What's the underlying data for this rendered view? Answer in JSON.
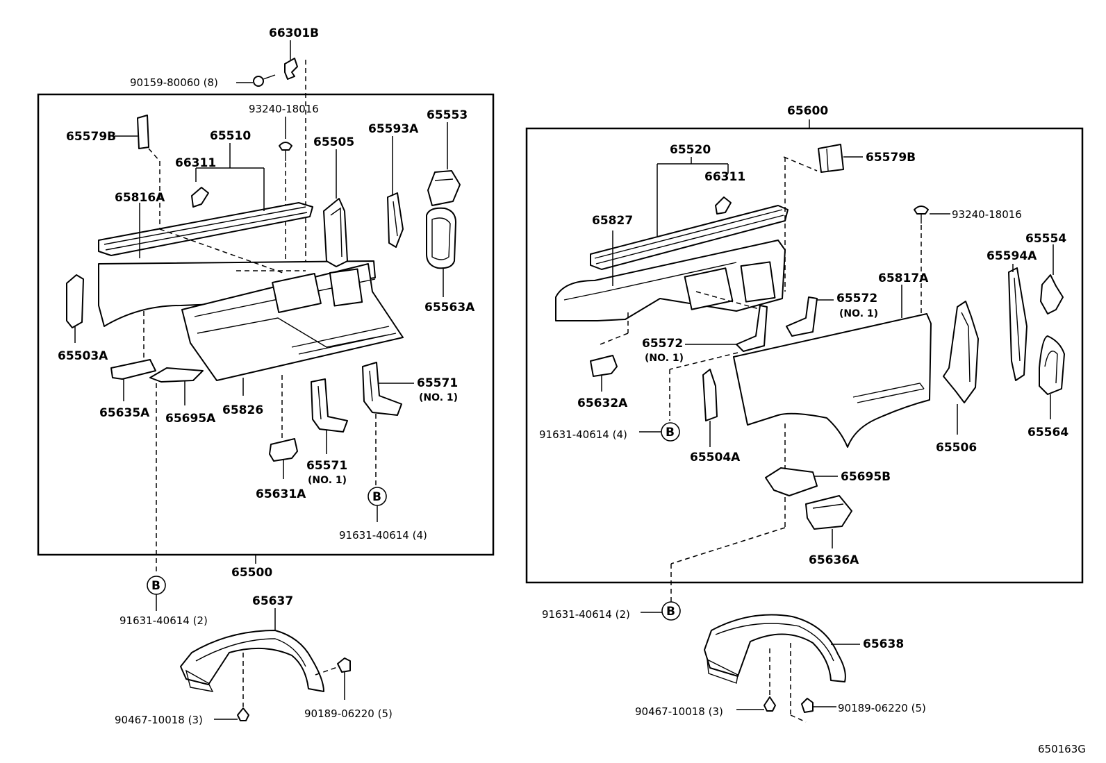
{
  "left_group": {
    "assembly": "65500",
    "labels": {
      "p66301B": "66301B",
      "p90159": "90159-80060 (8)",
      "p93240": "93240-18016",
      "p65579B": "65579B",
      "p65510": "65510",
      "p66311": "66311",
      "p65505": "65505",
      "p65593A": "65593A",
      "p65553": "65553",
      "p65816A": "65816A",
      "p65563A": "65563A",
      "p65503A": "65503A",
      "p65635A": "65635A",
      "p65695A": "65695A",
      "p65826": "65826",
      "p65571a": "65571",
      "p65571a_no": "(NO. 1)",
      "p65571b": "65571",
      "p65571b_no": "(NO. 1)",
      "p65631A": "65631A",
      "p91631_inner": "91631-40614 (4)",
      "p91631_outer": "91631-40614 (2)",
      "p65637": "65637",
      "p90467": "90467-10018 (3)",
      "p90189": "90189-06220 (5)"
    }
  },
  "right_group": {
    "assembly": "65600",
    "labels": {
      "p65520": "65520",
      "p66311": "66311",
      "p65579B": "65579B",
      "p93240": "93240-18016",
      "p65827": "65827",
      "p65554": "65554",
      "p65594A": "65594A",
      "p65817A": "65817A",
      "p65572a": "65572",
      "p65572a_no": "(NO. 1)",
      "p65572b": "65572",
      "p65572b_no": "(NO. 1)",
      "p65632A": "65632A",
      "p91631_inner": "91631-40614 (4)",
      "p65504A": "65504A",
      "p65506": "65506",
      "p65564": "65564",
      "p65695B": "65695B",
      "p65636A": "65636A",
      "p91631_outer": "91631-40614 (2)",
      "p65638": "65638",
      "p90467": "90467-10018 (3)",
      "p90189": "90189-06220 (5)"
    }
  },
  "callout_letter": "B",
  "figure_code": "650163G"
}
